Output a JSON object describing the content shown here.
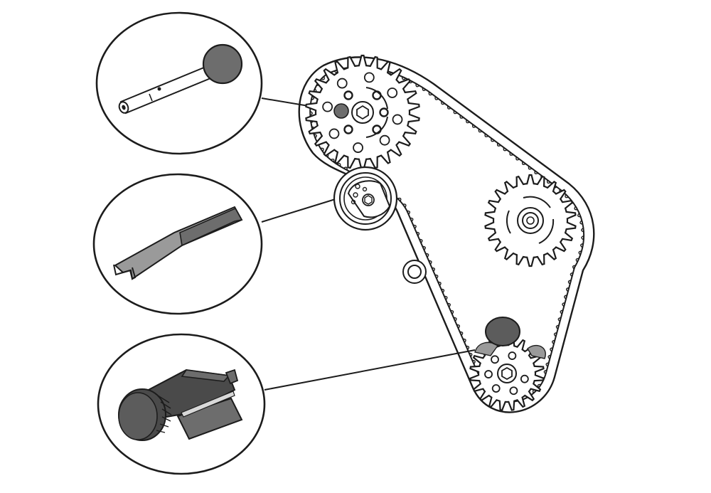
{
  "diagram": {
    "colors": {
      "line": "#1c1c1c",
      "tool_fill": "#6d6d6d",
      "tool_light": "#9a9a9a",
      "tool_dark": "#4a4a4a",
      "background": "#ffffff"
    },
    "callouts": [
      {
        "id": "crankshaft-locking-pin",
        "icon": "locking-pin-icon",
        "points_to": "camshaft-sprocket"
      },
      {
        "id": "tensioner-adjusting-wrench",
        "icon": "wrench-icon",
        "points_to": "belt-tensioner"
      },
      {
        "id": "crankshaft-locking-tool",
        "icon": "crank-lock-tool-icon",
        "points_to": "crankshaft-sprocket"
      }
    ],
    "components": [
      "timing-belt",
      "camshaft-sprocket",
      "belt-tensioner",
      "idler-pulley",
      "auxiliary-sprocket",
      "crankshaft-sprocket"
    ]
  }
}
